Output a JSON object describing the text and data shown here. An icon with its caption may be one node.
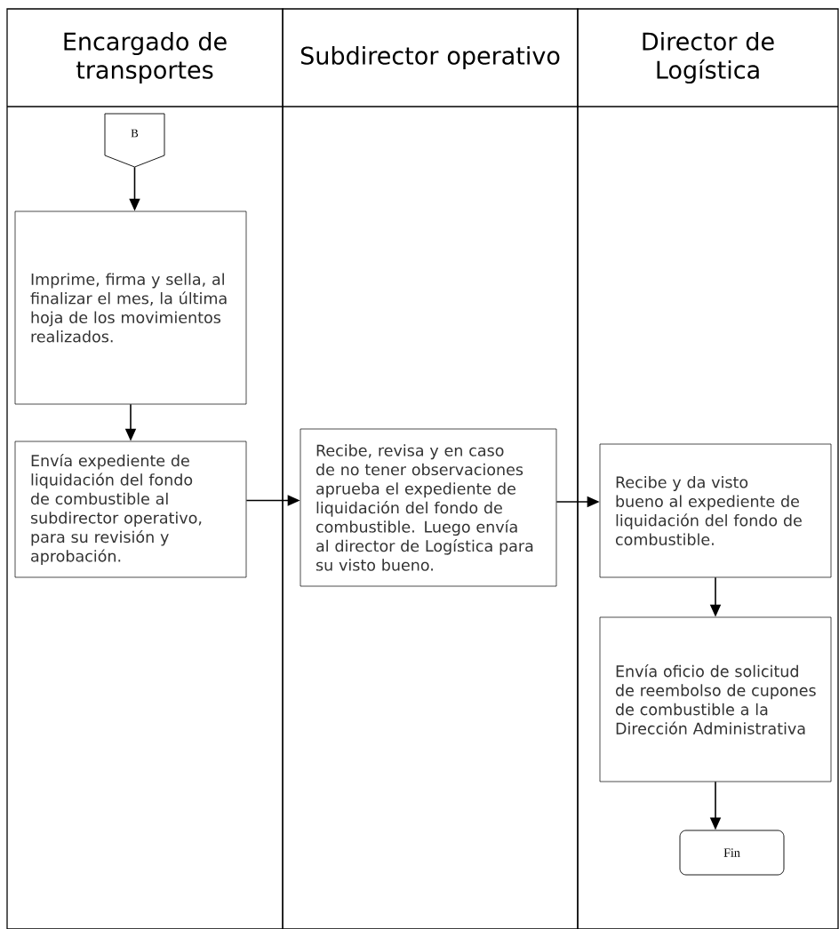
{
  "diagram": {
    "nodes": [
      {
        "text": [
          "Encargado de transportes"
        ]
      },
      {
        "text": [
          "Subdirector operativo"
        ]
      },
      {
        "text": [
          "Director de Logística"
        ]
      },
      {
        "text": [
          "B"
        ],
        "in": 0
      },
      {
        "text": [
          "Imprime, firma y sella, al finalizar el mes, la última hoja de los movimientos realizados."
        ],
        "in": 0
      },
      {
        "text": [
          "Envía expediente de liquidación del fondo de combustible al subdirector operativo, para su revisión y aprobación."
        ],
        "in": 0
      },
      {
        "text": [
          "Recibe, revisa y en caso de no tener observaciones aprueba el expediente de liquidación del fondo de combustible. Luego envía al director de Logística para su visto bueno."
        ],
        "in": 1
      },
      {
        "text": [
          "Recibe y da visto bueno al expediente de liquidación del fondo de combustible."
        ],
        "in": 2
      },
      {
        "text": [
          "Envía oficio de solicitud de reembolso de cupones de combustible a la Dirección Administrativa"
        ],
        "in": 2
      },
      {
        "text": [
          "Fin"
        ],
        "in": 2
      }
    ],
    "edges": [
      {
        "from": 3,
        "to": 4,
        "arrow": "to"
      },
      {
        "from": 4,
        "to": 5,
        "arrow": "to"
      },
      {
        "from": 5,
        "to": 6,
        "arrow": "to"
      },
      {
        "from": 6,
        "to": 7,
        "arrow": "to"
      },
      {
        "from": 7,
        "to": 8,
        "arrow": "to"
      },
      {
        "from": 8,
        "to": 9,
        "arrow": "to"
      }
    ]
  }
}
